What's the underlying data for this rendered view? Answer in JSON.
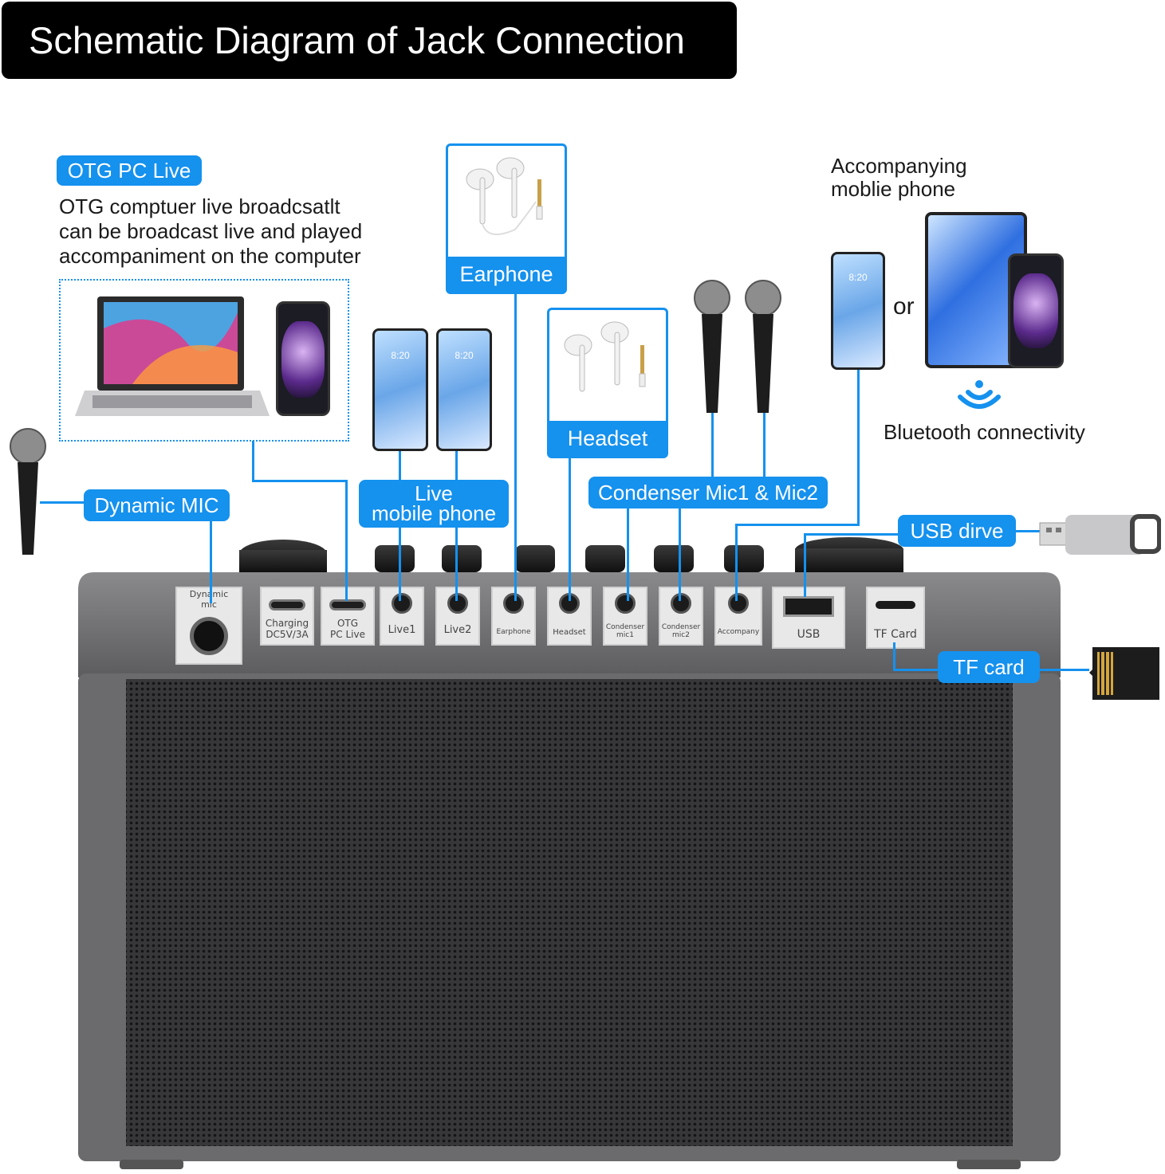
{
  "title": "Schematic Diagram of Jack Connection",
  "otg": {
    "tag": "OTG PC Live",
    "description_lines": [
      "OTG comptuer live broadcsatlt",
      "can be broadcast live and played",
      "accompaniment on the computer"
    ]
  },
  "labels": {
    "earphone": "Earphone",
    "headset": "Headset",
    "live_line1": "Live",
    "live_line2": "mobile phone",
    "condenser": "Condenser Mic1 & Mic2",
    "dynamic_mic": "Dynamic MIC",
    "usb_drive": "USB dirve",
    "tf_card": "TF card",
    "accompanying_line1": "Accompanying",
    "accompanying_line2": "moblie phone",
    "or": "or",
    "bluetooth": "Bluetooth connectivity"
  },
  "phone_screen_time": "8:20",
  "panel": {
    "dynamic_mic_line1": "Dynamic",
    "dynamic_mic_line2": "mic",
    "charging_line1": "Charging",
    "charging_line2": "DC5V/3A",
    "otg_line1": "OTG",
    "otg_line2": "PC Live",
    "live1": "Live1",
    "live2": "Live2",
    "earphone": "Earphone",
    "headset": "Headset",
    "condenser1_line1": "Condenser",
    "condenser1_line2": "mic1",
    "condenser2_line1": "Condenser",
    "condenser2_line2": "mic2",
    "accompany": "Accompany",
    "usb": "USB",
    "tf_card": "TF Card"
  },
  "colors": {
    "accent_blue": "#1591ee",
    "speaker_body": "#6e6e70",
    "grille": "#2a2a2c",
    "title_bg": "#000000"
  }
}
